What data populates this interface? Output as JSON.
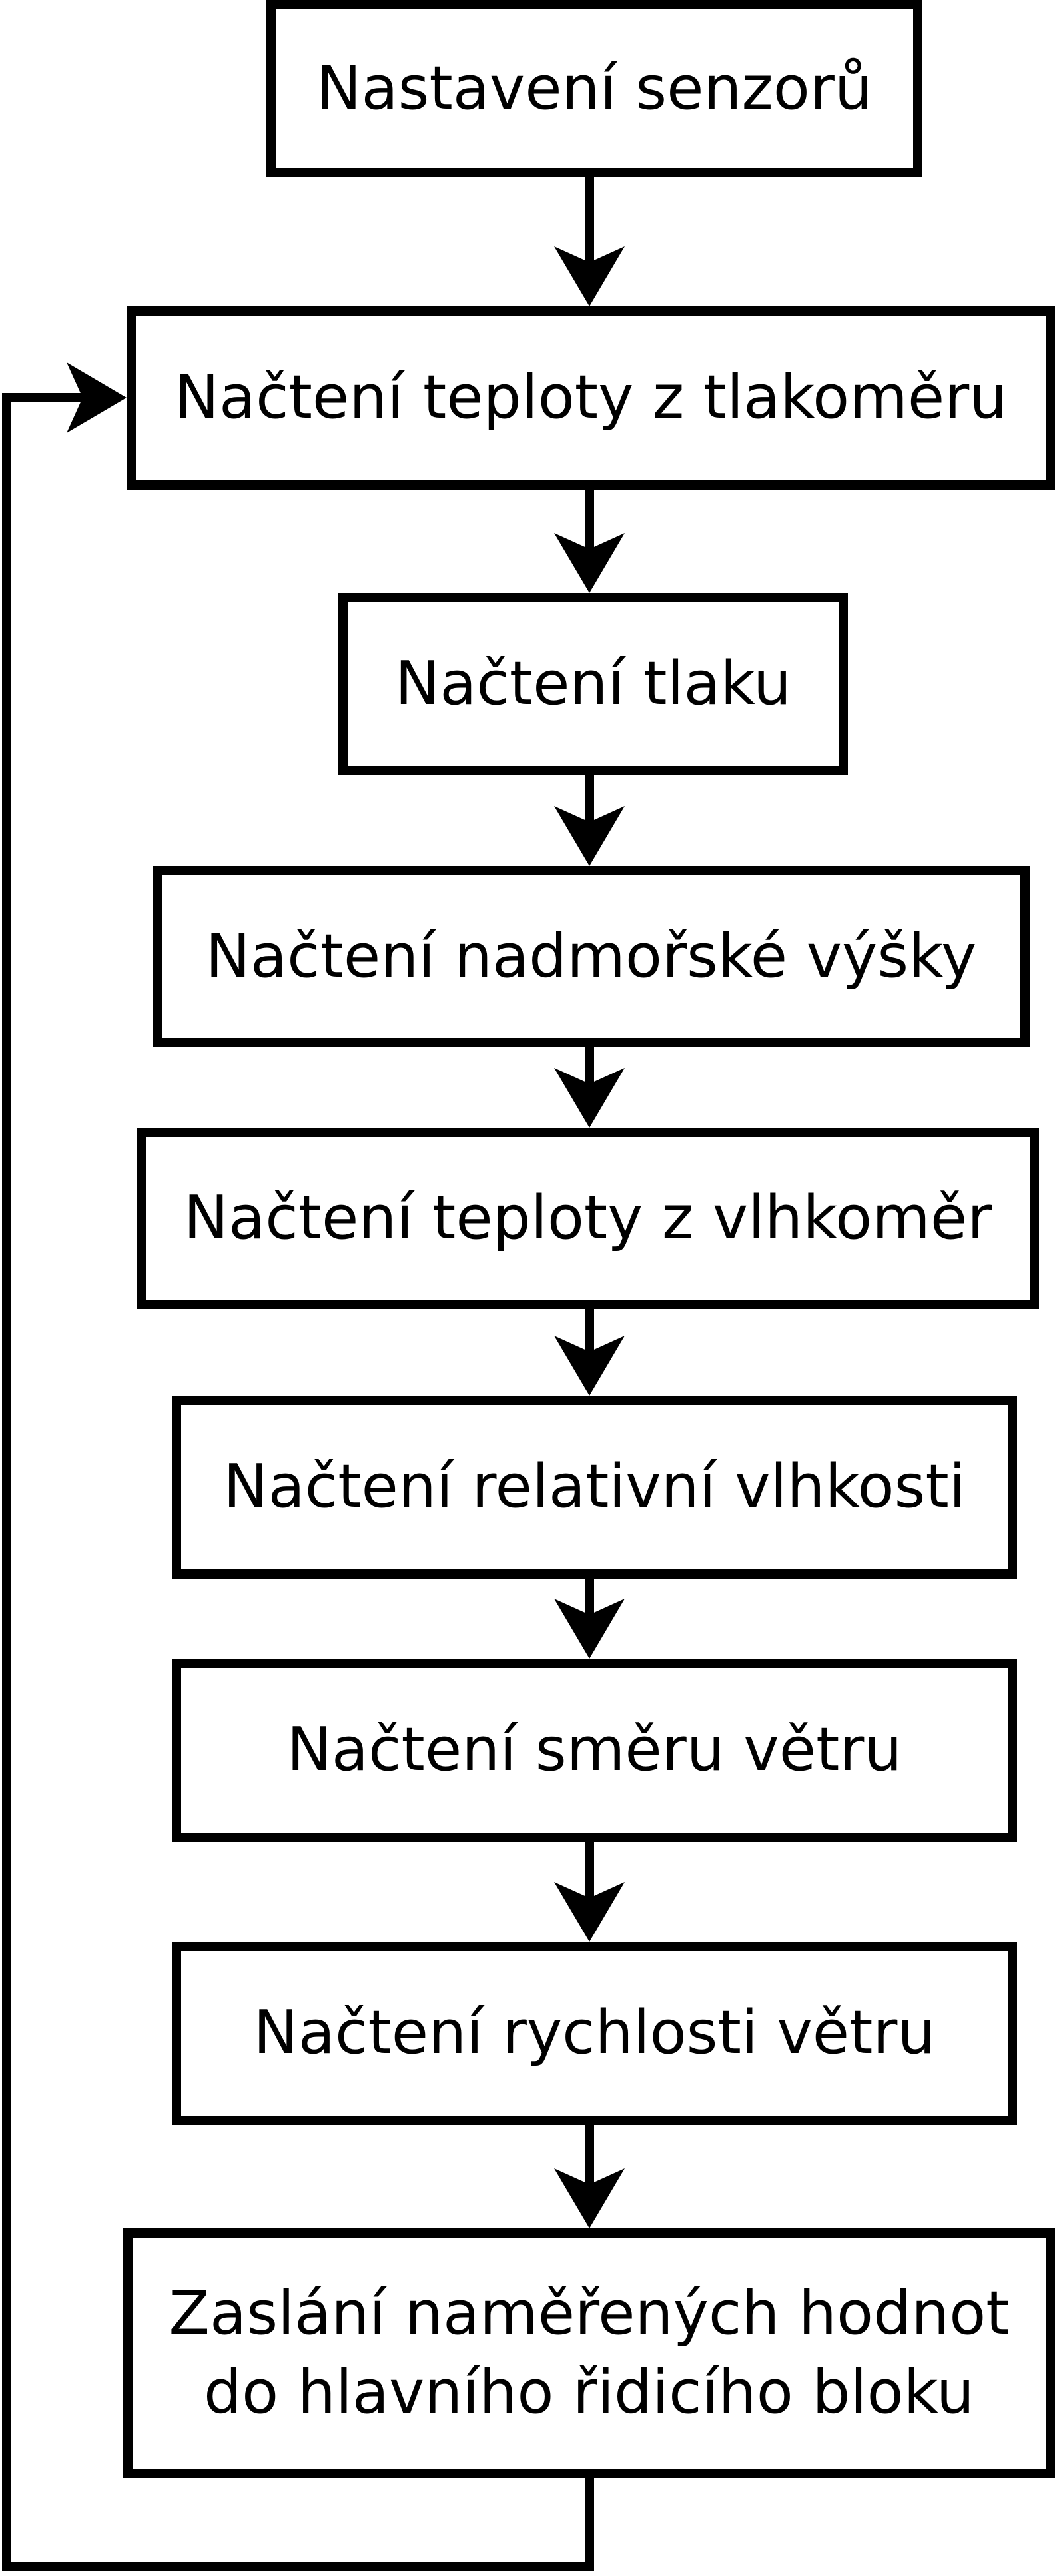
{
  "diagram": {
    "type": "flowchart",
    "language": "cs",
    "colors": {
      "line": "#000000",
      "background": "#ffffff"
    },
    "nodes": [
      {
        "id": "start",
        "label": "Nastavení senzorů"
      },
      {
        "id": "read-temp-pressure",
        "label": "Načtení teploty z tlakoměru"
      },
      {
        "id": "read-pressure",
        "label": "Načtení tlaku"
      },
      {
        "id": "read-altitude",
        "label": "Načtení nadmořské výšky"
      },
      {
        "id": "read-temp-humidity",
        "label": "Načtení teploty z vlhkoměr"
      },
      {
        "id": "read-rel-humidity",
        "label": "Načtení relativní vlhkosti"
      },
      {
        "id": "read-wind-dir",
        "label": "Načtení směru větru"
      },
      {
        "id": "read-wind-speed",
        "label": "Načtení rychlosti větru"
      },
      {
        "id": "send-values",
        "lines": [
          "Zaslání naměřených hodnot",
          "do hlavního řidicího bloku"
        ]
      }
    ],
    "edges": [
      {
        "from": "start",
        "to": "read-temp-pressure",
        "type": "arrow-down"
      },
      {
        "from": "read-temp-pressure",
        "to": "read-pressure",
        "type": "arrow-down"
      },
      {
        "from": "read-pressure",
        "to": "read-altitude",
        "type": "arrow-down"
      },
      {
        "from": "read-altitude",
        "to": "read-temp-humidity",
        "type": "arrow-down"
      },
      {
        "from": "read-temp-humidity",
        "to": "read-rel-humidity",
        "type": "arrow-down"
      },
      {
        "from": "read-rel-humidity",
        "to": "read-wind-dir",
        "type": "arrow-down"
      },
      {
        "from": "read-wind-dir",
        "to": "read-wind-speed",
        "type": "arrow-down"
      },
      {
        "from": "read-wind-speed",
        "to": "send-values",
        "type": "arrow-down"
      },
      {
        "from": "send-values",
        "to": "read-temp-pressure",
        "type": "loop-back-left"
      }
    ]
  }
}
